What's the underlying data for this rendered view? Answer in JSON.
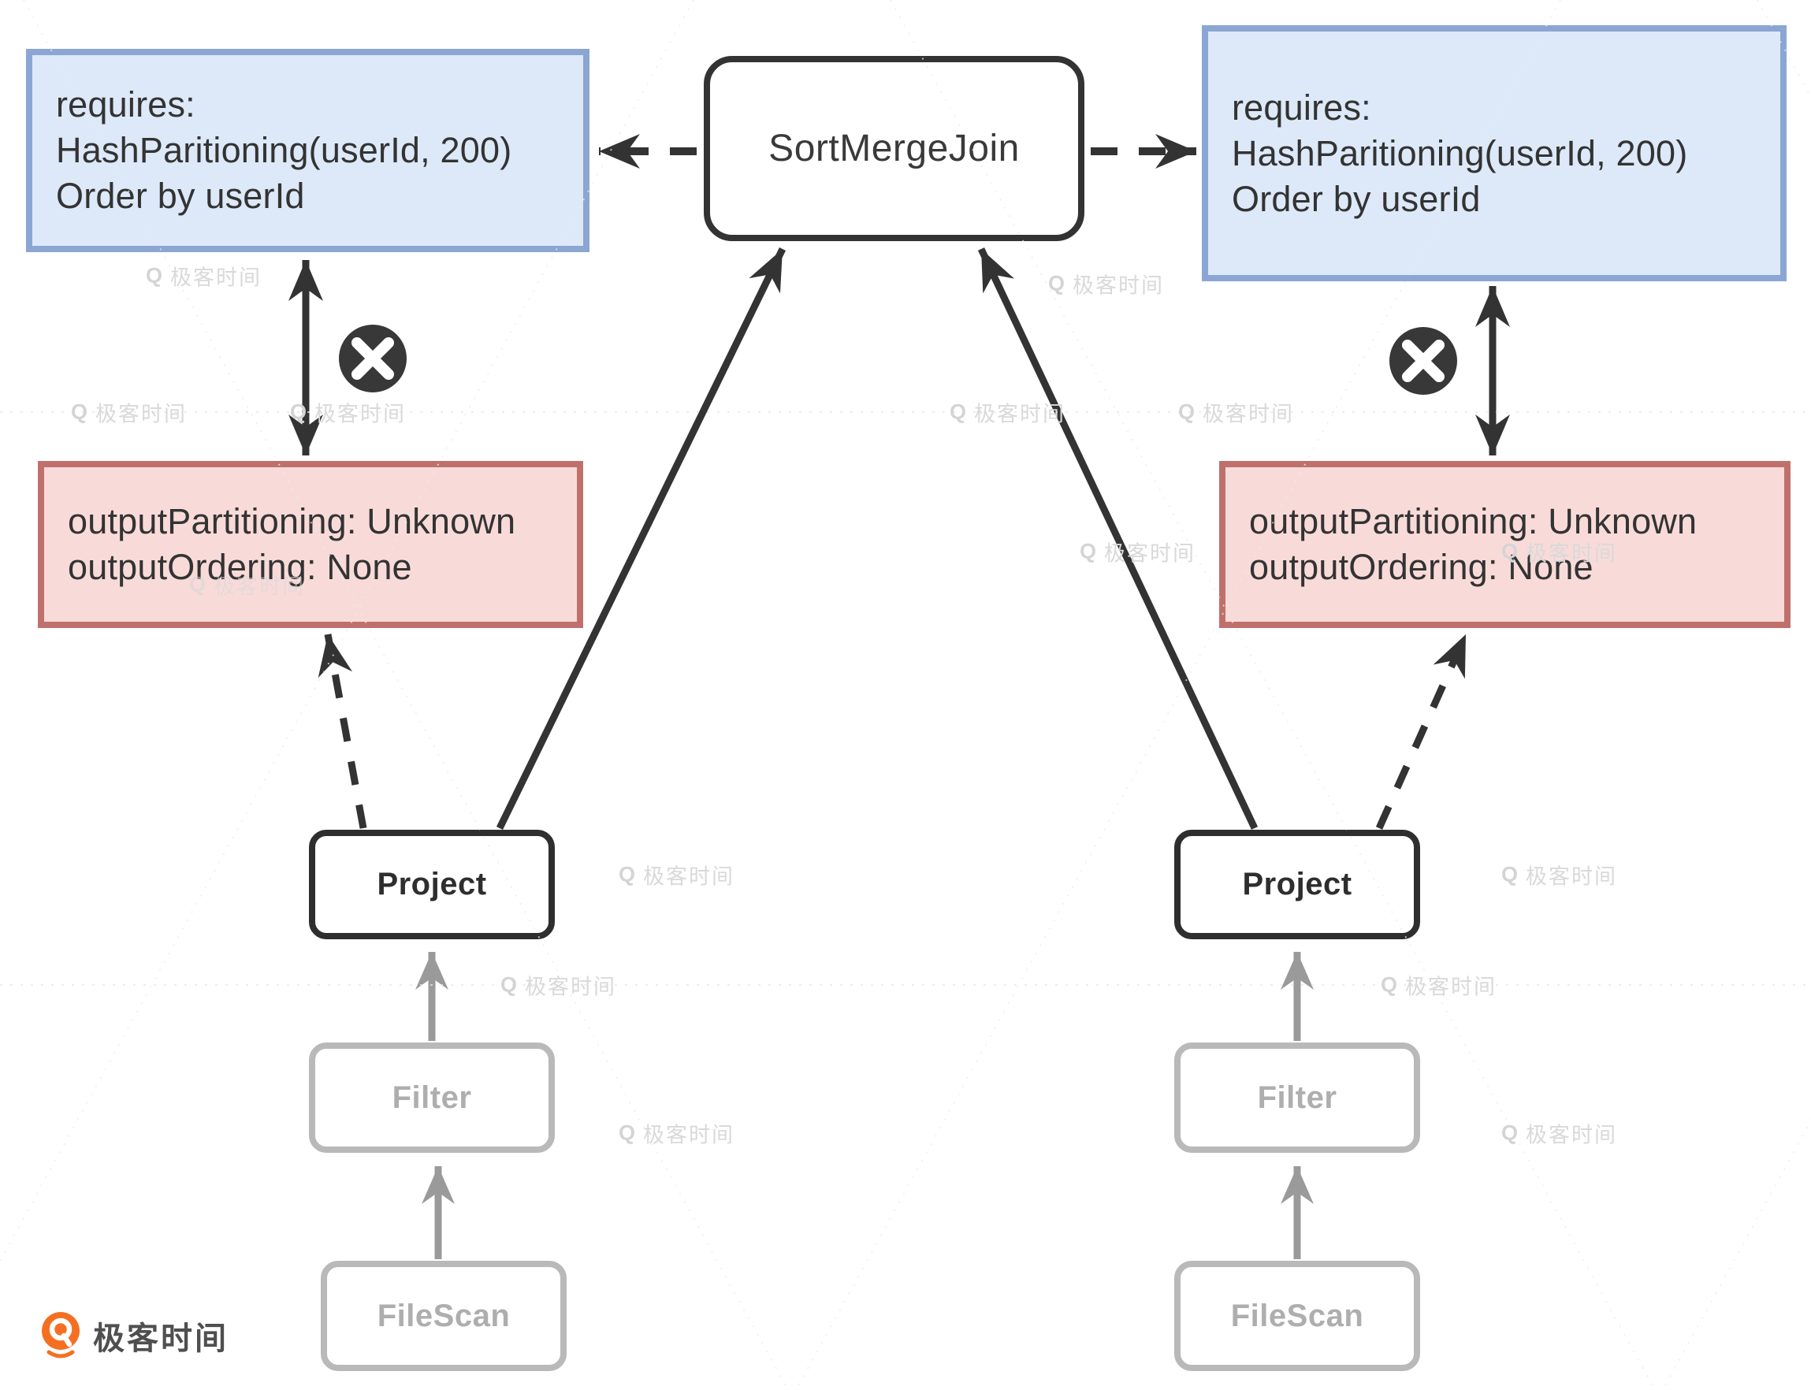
{
  "join": {
    "label": "SortMergeJoin"
  },
  "requirements_left": {
    "lines": [
      "requires:",
      "HashParitioning(userId, 200)",
      "Order by userId"
    ]
  },
  "requirements_right": {
    "lines": [
      "requires:",
      "HashParitioning(userId, 200)",
      "Order by userId"
    ]
  },
  "output_left": {
    "lines": [
      "outputPartitioning: Unknown",
      "outputOrdering: None"
    ]
  },
  "output_right": {
    "lines": [
      "outputPartitioning: Unknown",
      "outputOrdering: None"
    ]
  },
  "plan_left": {
    "project": "Project",
    "filter": "Filter",
    "filescan": "FileScan"
  },
  "plan_right": {
    "project": "Project",
    "filter": "Filter",
    "filescan": "FileScan"
  },
  "icons": {
    "mismatch": "x-circle-icon",
    "watermark_icon_glyph": "Q"
  },
  "watermark": {
    "text": "极客时间"
  },
  "logo": {
    "text": "极客时间"
  },
  "colors": {
    "blue_border": "#8ba6d2",
    "blue_fill": "#dde9f8",
    "red_border": "#c0706c",
    "red_fill": "#f8dbd9",
    "dark_stroke": "#333333",
    "gray_stroke": "#9a9a9a",
    "gray_node": "#b9b9b9",
    "watermark_gray": "#d9d9d9",
    "logo_orange": "#f56f22"
  }
}
